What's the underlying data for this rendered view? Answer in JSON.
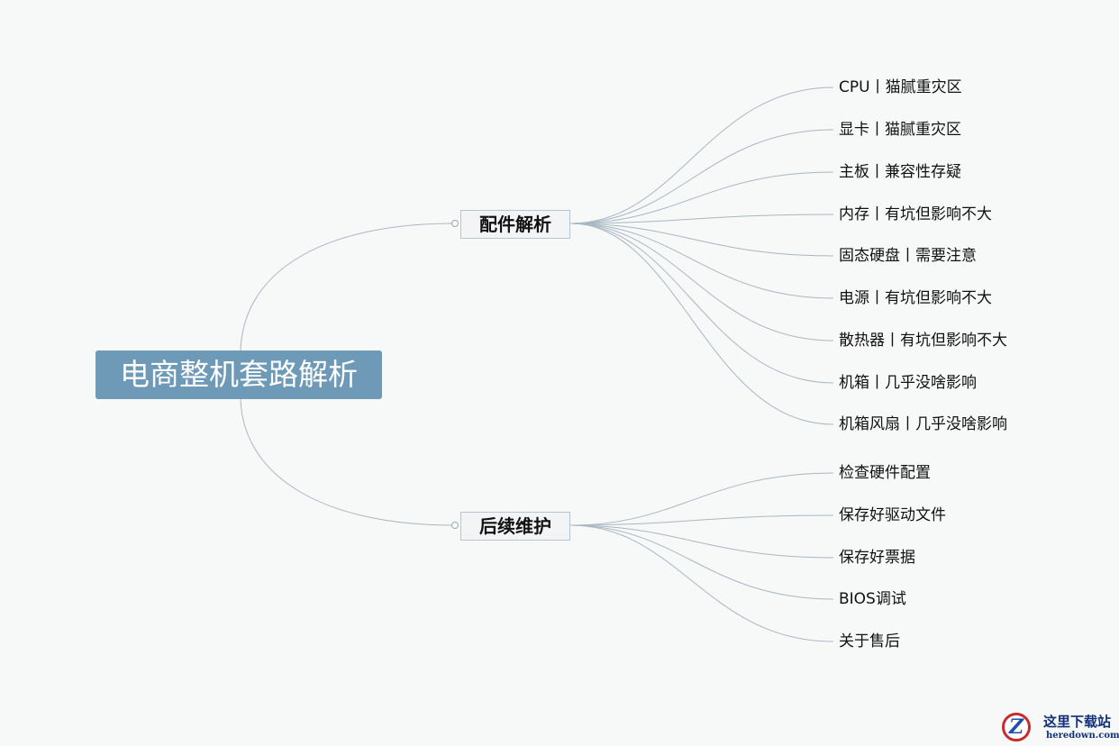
{
  "mindmap": {
    "root": "电商整机套路解析",
    "branches": [
      {
        "label": "配件解析",
        "children": [
          "CPU丨猫腻重灾区",
          "显卡丨猫腻重灾区",
          "主板丨兼容性存疑",
          "内存丨有坑但影响不大",
          "固态硬盘丨需要注意",
          "电源丨有坑但影响不大",
          "散热器丨有坑但影响不大",
          "机箱丨几乎没啥影响",
          "机箱风扇丨几乎没啥影响"
        ]
      },
      {
        "label": "后续维护",
        "children": [
          "检查硬件配置",
          "保存好驱动文件",
          "保存好票据",
          "BIOS调试",
          "关于售后"
        ]
      }
    ]
  },
  "watermark": {
    "logo_letter": "Z",
    "title": "这里下载站",
    "domain": "heredown.com"
  },
  "colors": {
    "background": "#f7f8f8",
    "root_fill": "#6e9ab8",
    "connector": "#a9b7c3",
    "branch_border": "#b8c4cf",
    "watermark_red": "#c72c2c",
    "watermark_blue": "#12317a"
  }
}
